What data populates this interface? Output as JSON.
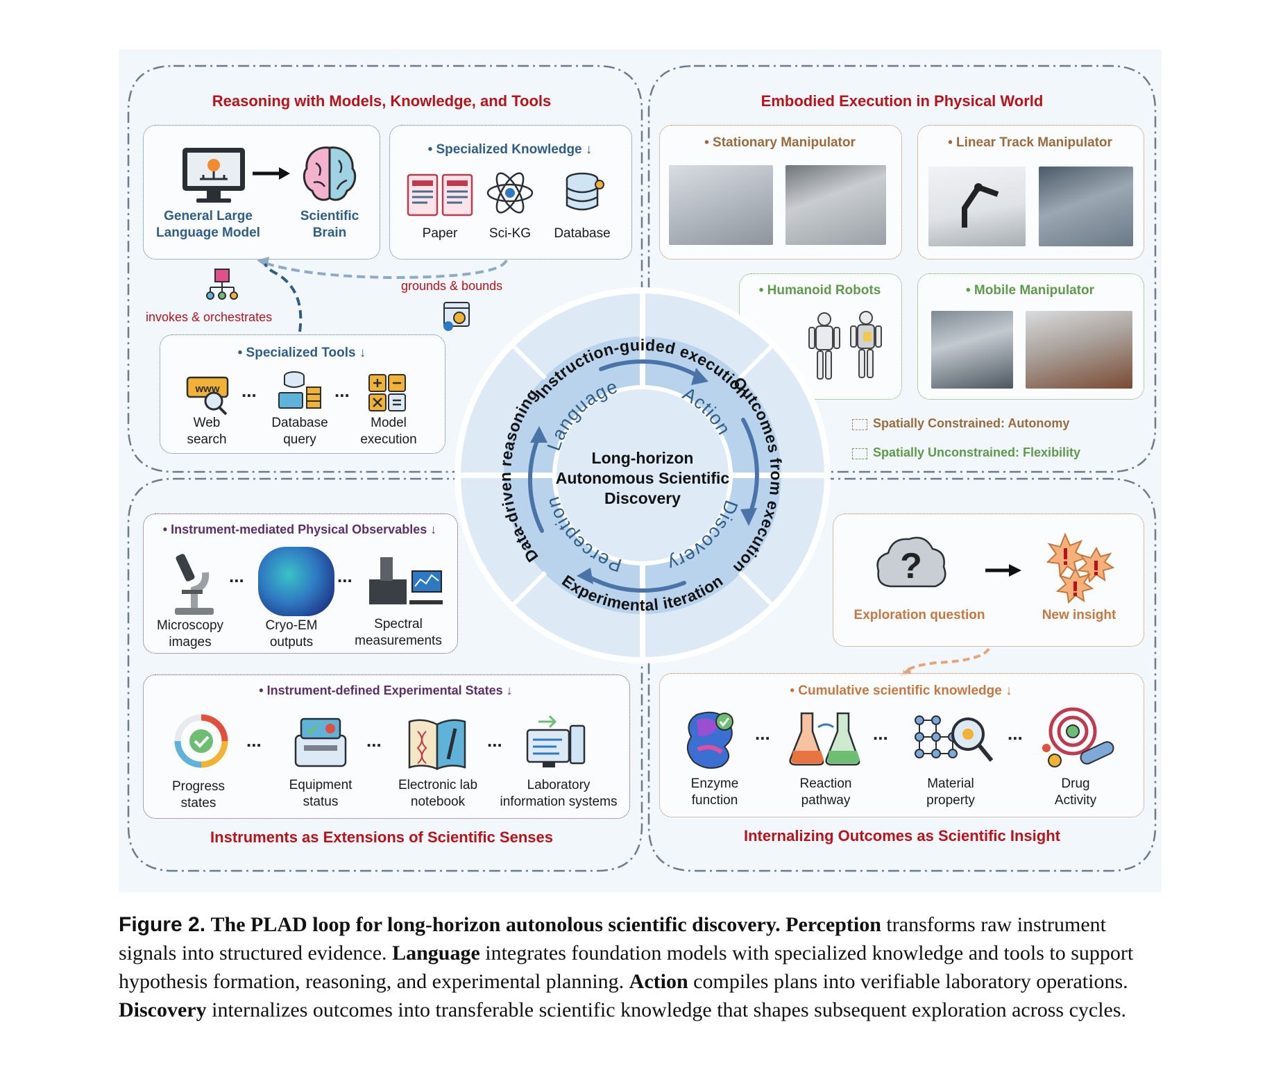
{
  "quadrants": {
    "reasoning": {
      "title": "Reasoning with Models, Knowledge, and Tools",
      "llm_label": "General Large Language Model",
      "brain_label": "Scientific Brain",
      "knowledge": {
        "title": "• Specialized Knowledge ↓",
        "items": [
          "Paper",
          "Sci-KG",
          "Database"
        ]
      },
      "tools": {
        "title": "• Specialized Tools ↓",
        "items": [
          "Web search",
          "Database query",
          "Model execution"
        ]
      },
      "invokes_label": "invokes & orchestrates",
      "grounds_label": "grounds & bounds"
    },
    "embodied": {
      "title": "Embodied Execution in Physical World",
      "stationary": "• Stationary Manipulator",
      "linear": "• Linear Track Manipulator",
      "humanoid": "• Humanoid Robots",
      "mobile": "• Mobile Manipulator",
      "legend_constrained": "Spatially Constrained: Autonomy",
      "legend_unconstrained": "Spatially Unconstrained: Flexibility"
    },
    "instruments": {
      "title": "Instruments as Extensions of Scientific Senses",
      "observables": {
        "title": "• Instrument-mediated Physical Observables ↓",
        "items": [
          "Microscopy images",
          "Cryo-EM outputs",
          "Spectral measurements"
        ]
      },
      "states": {
        "title": "• Instrument-defined Experimental States ↓",
        "items": [
          "Progress states",
          "Equipment status",
          "Electronic lab notebook",
          "Laboratory information systems"
        ]
      }
    },
    "insight": {
      "title": "Internalizing Outcomes as Scientific Insight",
      "exploration": "Exploration question",
      "new_insight": "New insight",
      "cumulative": {
        "title": "• Cumulative scientific knowledge ↓",
        "items": [
          "Enzyme function",
          "Reaction pathway",
          "Material property",
          "Drug Activity"
        ]
      }
    }
  },
  "center": {
    "title": "Long-horizon Autonomous Scientific Discovery",
    "stages": [
      "Language",
      "Action",
      "Discovery",
      "Perception"
    ],
    "outer": [
      "Instruction-guided execution",
      "Outcomes from execution",
      "Experimental iteration",
      "Data-driven reasoning"
    ]
  },
  "ellipsis": "...",
  "caption": {
    "label": "Figure 2.",
    "title": "The PLAD loop for long-horizon autonolous scientific discovery.",
    "perception_term": "Perception",
    "perception_text": "transforms raw instrument signals into structured evidence.",
    "language_term": "Language",
    "language_text": "integrates foundation models with specialized knowledge and tools to support hypothesis formation, reasoning, and experimental planning.",
    "action_term": "Action",
    "action_text": "compiles plans into verifiable laboratory operations.",
    "discovery_term": "Discovery",
    "discovery_text": "internalizes outcomes into transferable scientific knowledge that shapes subsequent exploration across cycles."
  },
  "colors": {
    "title_red": "#b8121a",
    "blue": "#2f5d86",
    "ring_light": "#c9dcee",
    "ring_mid": "#9fc1e0"
  }
}
